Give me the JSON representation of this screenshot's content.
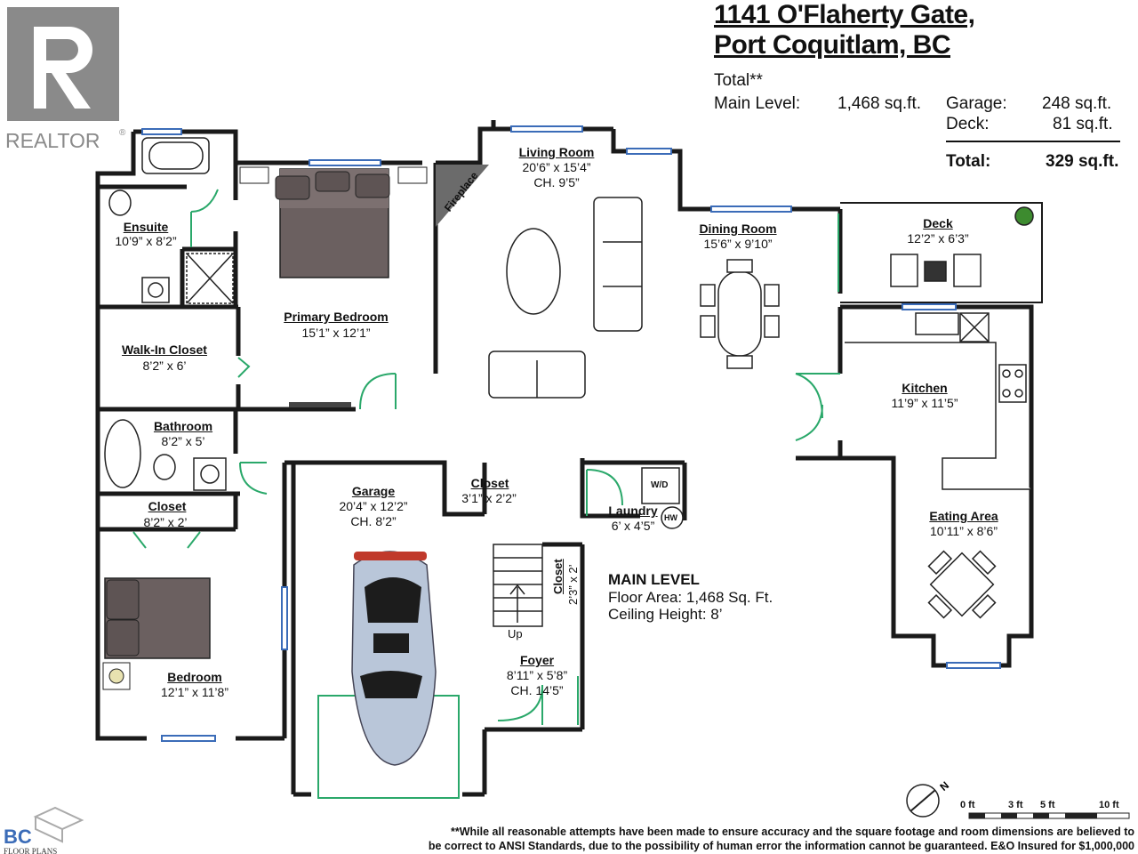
{
  "logo": {
    "realtor_text": "REALTOR",
    "realtor_mark": "®",
    "bc_text": "BC",
    "floorplans_text": "FLOOR PLANS"
  },
  "address": {
    "line1": "1141 O'Flaherty Gate,",
    "line2": "Port Coquitlam, BC"
  },
  "summary": {
    "total_header": "Total**",
    "main_label": "Main Level:",
    "main_value": "1,468 sq.ft.",
    "garage_label": "Garage:",
    "garage_value": "248 sq.ft.",
    "deck_label": "Deck:",
    "deck_value": "81 sq.ft.",
    "total_label": "Total:",
    "total_value": "329 sq.ft."
  },
  "rooms": {
    "ensuite": {
      "name": "Ensuite",
      "dim": "10’9” x 8’2”"
    },
    "primary": {
      "name": "Primary Bedroom",
      "dim": "15’1” x 12’1”"
    },
    "walkin": {
      "name": "Walk-In Closet",
      "dim": "8’2” x 6’"
    },
    "bathroom": {
      "name": "Bathroom",
      "dim": "8’2” x 5’"
    },
    "closet_bed": {
      "name": "Closet",
      "dim": "8’2” x 2’"
    },
    "bedroom": {
      "name": "Bedroom",
      "dim": "12’1” x 11’8”"
    },
    "living": {
      "name": "Living Room",
      "dim": "20’6” x 15’4”",
      "ceiling": "CH. 9’5”"
    },
    "fireplace": {
      "name": "Fireplace"
    },
    "dining": {
      "name": "Dining Room",
      "dim": "15’6” x 9’10”"
    },
    "deck": {
      "name": "Deck",
      "dim": "12’2” x 6’3”"
    },
    "kitchen": {
      "name": "Kitchen",
      "dim": "11’9” x 11’5”"
    },
    "garage": {
      "name": "Garage",
      "dim": "20’4” x 12’2”",
      "ceiling": "CH. 8’2”"
    },
    "closet_foyer_top": {
      "name": "Closet",
      "dim": "3’1” x 2’2”"
    },
    "laundry": {
      "name": "Laundry",
      "dim": "6’ x 4’5”"
    },
    "wd": {
      "name": "W/D"
    },
    "hw": {
      "name": "HW"
    },
    "closet_vertical": {
      "name": "Closet",
      "dim": "2’3” x 2’"
    },
    "foyer": {
      "name": "Foyer",
      "dim": "8’11” x 5’8”",
      "ceiling": "CH. 14’5”"
    },
    "stairs": {
      "name": "Up"
    },
    "eating": {
      "name": "Eating Area",
      "dim": "10’11” x 8’6”"
    }
  },
  "level": {
    "title": "MAIN LEVEL",
    "area": "Floor Area: 1,468 Sq. Ft.",
    "ceiling": "Ceiling Height: 8’"
  },
  "compass": {
    "north": "N"
  },
  "scale": {
    "ticks": [
      "0 ft",
      "3 ft",
      "5 ft",
      "10 ft"
    ]
  },
  "disclaimer": {
    "line1": "**While all reasonable attempts have been made to ensure accuracy and the square footage and room dimensions are believed to",
    "line2": "be correct to ANSI Standards, due to the possibility of human error the information cannot be guaranteed. E&O Insured for $1,000,000"
  },
  "colors": {
    "wall": "#1a1a1a",
    "door": "#2aa86a",
    "window": "#3b6cb8",
    "bed": "#6b6060",
    "car": "#b9c6d9"
  }
}
